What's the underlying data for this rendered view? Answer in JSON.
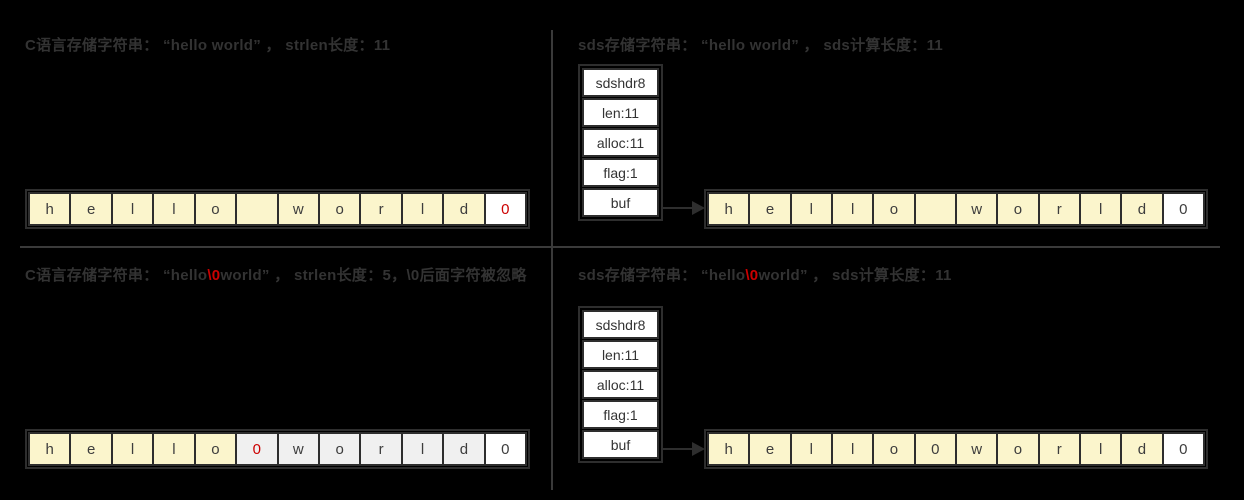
{
  "colors": {
    "background": "#000000",
    "divider": "#3a3a3a",
    "border": "#2e2e2e",
    "title_text": "#333333",
    "cell_text": "#3d3d3d",
    "struct_text": "#333333",
    "red": "#cc0000",
    "cell_yellow": "#fbf5cc",
    "cell_gray": "#f0f0f0",
    "cell_white": "#ffffff"
  },
  "quadrants": {
    "top_left": {
      "title_parts": [
        {
          "text": "C语言存储字符串： “hello world” ， strlen长度：11"
        }
      ],
      "cells": [
        {
          "ch": "h",
          "bg": "yellow"
        },
        {
          "ch": "e",
          "bg": "yellow"
        },
        {
          "ch": "l",
          "bg": "yellow"
        },
        {
          "ch": "l",
          "bg": "yellow"
        },
        {
          "ch": "o",
          "bg": "yellow"
        },
        {
          "ch": "",
          "bg": "yellow"
        },
        {
          "ch": "w",
          "bg": "yellow"
        },
        {
          "ch": "o",
          "bg": "yellow"
        },
        {
          "ch": "r",
          "bg": "yellow"
        },
        {
          "ch": "l",
          "bg": "yellow"
        },
        {
          "ch": "d",
          "bg": "yellow"
        },
        {
          "ch": "0",
          "bg": "white",
          "color": "red"
        }
      ]
    },
    "top_right": {
      "title_parts": [
        {
          "text": "sds存储字符串： “hello world” ， sds计算长度：11"
        }
      ],
      "struct_rows": [
        "sdshdr8",
        "len:11",
        "alloc:11",
        "flag:1",
        "buf"
      ],
      "cells": [
        {
          "ch": "h",
          "bg": "yellow"
        },
        {
          "ch": "e",
          "bg": "yellow"
        },
        {
          "ch": "l",
          "bg": "yellow"
        },
        {
          "ch": "l",
          "bg": "yellow"
        },
        {
          "ch": "o",
          "bg": "yellow"
        },
        {
          "ch": "",
          "bg": "yellow"
        },
        {
          "ch": "w",
          "bg": "yellow"
        },
        {
          "ch": "o",
          "bg": "yellow"
        },
        {
          "ch": "r",
          "bg": "yellow"
        },
        {
          "ch": "l",
          "bg": "yellow"
        },
        {
          "ch": "d",
          "bg": "yellow"
        },
        {
          "ch": "0",
          "bg": "white"
        }
      ]
    },
    "bottom_left": {
      "title_parts": [
        {
          "text": "C语言存储字符串： “hello"
        },
        {
          "text": "\\0",
          "color": "red"
        },
        {
          "text": "world” ， strlen长度：5，\\0后面字符被忽略"
        }
      ],
      "cells": [
        {
          "ch": "h",
          "bg": "yellow"
        },
        {
          "ch": "e",
          "bg": "yellow"
        },
        {
          "ch": "l",
          "bg": "yellow"
        },
        {
          "ch": "l",
          "bg": "yellow"
        },
        {
          "ch": "o",
          "bg": "yellow"
        },
        {
          "ch": "0",
          "bg": "gray",
          "color": "red"
        },
        {
          "ch": "w",
          "bg": "gray"
        },
        {
          "ch": "o",
          "bg": "gray"
        },
        {
          "ch": "r",
          "bg": "gray"
        },
        {
          "ch": "l",
          "bg": "gray"
        },
        {
          "ch": "d",
          "bg": "gray"
        },
        {
          "ch": "0",
          "bg": "white"
        }
      ]
    },
    "bottom_right": {
      "title_parts": [
        {
          "text": "sds存储字符串： “hello"
        },
        {
          "text": "\\0",
          "color": "red"
        },
        {
          "text": "world” ， sds计算长度：11"
        }
      ],
      "struct_rows": [
        "sdshdr8",
        "len:11",
        "alloc:11",
        "flag:1",
        "buf"
      ],
      "cells": [
        {
          "ch": "h",
          "bg": "yellow"
        },
        {
          "ch": "e",
          "bg": "yellow"
        },
        {
          "ch": "l",
          "bg": "yellow"
        },
        {
          "ch": "l",
          "bg": "yellow"
        },
        {
          "ch": "o",
          "bg": "yellow"
        },
        {
          "ch": "0",
          "bg": "yellow"
        },
        {
          "ch": "w",
          "bg": "yellow"
        },
        {
          "ch": "o",
          "bg": "yellow"
        },
        {
          "ch": "r",
          "bg": "yellow"
        },
        {
          "ch": "l",
          "bg": "yellow"
        },
        {
          "ch": "d",
          "bg": "yellow"
        },
        {
          "ch": "0",
          "bg": "white"
        }
      ]
    }
  }
}
